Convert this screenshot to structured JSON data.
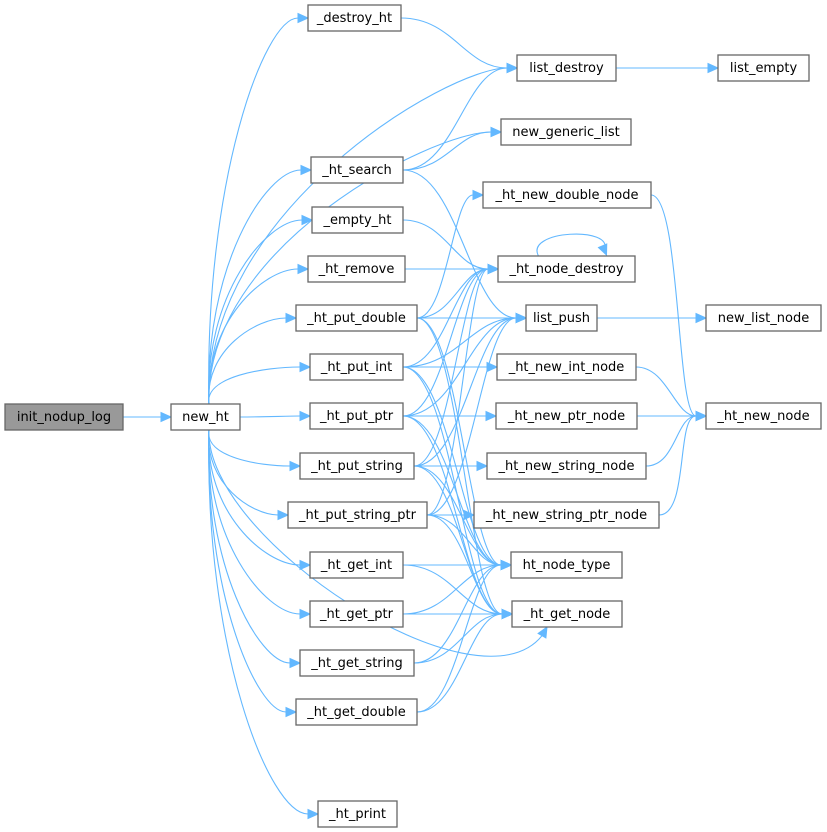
{
  "diagram": {
    "title": "call graph of init_nodup_log",
    "colors": {
      "edge": "#63b8ff",
      "root_fill": "#999999",
      "node_fill": "#ffffff",
      "node_border": "#666666"
    },
    "nodes": [
      {
        "id": "init_nodup_log",
        "label": "init_nodup_log",
        "root": true
      },
      {
        "id": "new_ht",
        "label": "new_ht"
      },
      {
        "id": "_destroy_ht",
        "label": "_destroy_ht"
      },
      {
        "id": "_ht_search",
        "label": "_ht_search"
      },
      {
        "id": "_empty_ht",
        "label": "_empty_ht"
      },
      {
        "id": "_ht_remove",
        "label": "_ht_remove"
      },
      {
        "id": "_ht_put_double",
        "label": "_ht_put_double"
      },
      {
        "id": "_ht_put_int",
        "label": "_ht_put_int"
      },
      {
        "id": "_ht_put_ptr",
        "label": "_ht_put_ptr"
      },
      {
        "id": "_ht_put_string",
        "label": "_ht_put_string"
      },
      {
        "id": "_ht_put_string_ptr",
        "label": "_ht_put_string_ptr"
      },
      {
        "id": "_ht_get_int",
        "label": "_ht_get_int"
      },
      {
        "id": "_ht_get_ptr",
        "label": "_ht_get_ptr"
      },
      {
        "id": "_ht_get_string",
        "label": "_ht_get_string"
      },
      {
        "id": "_ht_get_double",
        "label": "_ht_get_double"
      },
      {
        "id": "_ht_print",
        "label": "_ht_print"
      },
      {
        "id": "list_destroy",
        "label": "list_destroy"
      },
      {
        "id": "new_generic_list",
        "label": "new_generic_list"
      },
      {
        "id": "_ht_new_double_node",
        "label": "_ht_new_double_node"
      },
      {
        "id": "_ht_node_destroy",
        "label": "_ht_node_destroy"
      },
      {
        "id": "list_push",
        "label": "list_push"
      },
      {
        "id": "_ht_new_int_node",
        "label": "_ht_new_int_node"
      },
      {
        "id": "_ht_new_ptr_node",
        "label": "_ht_new_ptr_node"
      },
      {
        "id": "_ht_new_string_node",
        "label": "_ht_new_string_node"
      },
      {
        "id": "_ht_new_string_ptr_node",
        "label": "_ht_new_string_ptr_node"
      },
      {
        "id": "ht_node_type",
        "label": "ht_node_type"
      },
      {
        "id": "_ht_get_node",
        "label": "_ht_get_node"
      },
      {
        "id": "list_empty",
        "label": "list_empty"
      },
      {
        "id": "new_list_node",
        "label": "new_list_node"
      },
      {
        "id": "_ht_new_node",
        "label": "_ht_new_node"
      }
    ],
    "edges": [
      [
        "init_nodup_log",
        "new_ht"
      ],
      [
        "new_ht",
        "_destroy_ht"
      ],
      [
        "new_ht",
        "list_destroy"
      ],
      [
        "new_ht",
        "new_generic_list"
      ],
      [
        "new_ht",
        "_ht_search"
      ],
      [
        "new_ht",
        "_empty_ht"
      ],
      [
        "new_ht",
        "_ht_remove"
      ],
      [
        "new_ht",
        "_ht_put_double"
      ],
      [
        "new_ht",
        "_ht_put_int"
      ],
      [
        "new_ht",
        "_ht_put_ptr"
      ],
      [
        "new_ht",
        "_ht_put_string"
      ],
      [
        "new_ht",
        "_ht_put_string_ptr"
      ],
      [
        "new_ht",
        "_ht_get_int"
      ],
      [
        "new_ht",
        "_ht_get_ptr"
      ],
      [
        "new_ht",
        "_ht_get_string"
      ],
      [
        "new_ht",
        "_ht_get_double"
      ],
      [
        "new_ht",
        "_ht_get_node"
      ],
      [
        "new_ht",
        "_ht_print"
      ],
      [
        "_destroy_ht",
        "list_destroy"
      ],
      [
        "_ht_search",
        "list_destroy"
      ],
      [
        "_ht_search",
        "new_generic_list"
      ],
      [
        "_ht_search",
        "list_push"
      ],
      [
        "_empty_ht",
        "_ht_node_destroy"
      ],
      [
        "_ht_remove",
        "_ht_node_destroy"
      ],
      [
        "_ht_put_double",
        "_ht_new_double_node"
      ],
      [
        "_ht_put_double",
        "_ht_node_destroy"
      ],
      [
        "_ht_put_double",
        "list_push"
      ],
      [
        "_ht_put_double",
        "ht_node_type"
      ],
      [
        "_ht_put_double",
        "_ht_get_node"
      ],
      [
        "_ht_put_int",
        "_ht_node_destroy"
      ],
      [
        "_ht_put_int",
        "list_push"
      ],
      [
        "_ht_put_int",
        "_ht_new_int_node"
      ],
      [
        "_ht_put_int",
        "ht_node_type"
      ],
      [
        "_ht_put_int",
        "_ht_get_node"
      ],
      [
        "_ht_put_ptr",
        "_ht_node_destroy"
      ],
      [
        "_ht_put_ptr",
        "list_push"
      ],
      [
        "_ht_put_ptr",
        "_ht_new_ptr_node"
      ],
      [
        "_ht_put_ptr",
        "ht_node_type"
      ],
      [
        "_ht_put_ptr",
        "_ht_get_node"
      ],
      [
        "_ht_put_string",
        "_ht_node_destroy"
      ],
      [
        "_ht_put_string",
        "list_push"
      ],
      [
        "_ht_put_string",
        "_ht_new_string_node"
      ],
      [
        "_ht_put_string",
        "ht_node_type"
      ],
      [
        "_ht_put_string",
        "_ht_get_node"
      ],
      [
        "_ht_put_string_ptr",
        "_ht_node_destroy"
      ],
      [
        "_ht_put_string_ptr",
        "list_push"
      ],
      [
        "_ht_put_string_ptr",
        "_ht_new_string_ptr_node"
      ],
      [
        "_ht_put_string_ptr",
        "ht_node_type"
      ],
      [
        "_ht_put_string_ptr",
        "_ht_get_node"
      ],
      [
        "_ht_get_int",
        "ht_node_type"
      ],
      [
        "_ht_get_int",
        "_ht_get_node"
      ],
      [
        "_ht_get_ptr",
        "ht_node_type"
      ],
      [
        "_ht_get_ptr",
        "_ht_get_node"
      ],
      [
        "_ht_get_string",
        "ht_node_type"
      ],
      [
        "_ht_get_string",
        "_ht_get_node"
      ],
      [
        "_ht_get_double",
        "ht_node_type"
      ],
      [
        "_ht_get_double",
        "_ht_get_node"
      ],
      [
        "_ht_node_destroy",
        "_ht_node_destroy"
      ],
      [
        "list_destroy",
        "list_empty"
      ],
      [
        "list_push",
        "new_list_node"
      ],
      [
        "_ht_new_double_node",
        "_ht_new_node"
      ],
      [
        "_ht_new_int_node",
        "_ht_new_node"
      ],
      [
        "_ht_new_ptr_node",
        "_ht_new_node"
      ],
      [
        "_ht_new_string_node",
        "_ht_new_node"
      ],
      [
        "_ht_new_string_ptr_node",
        "_ht_new_node"
      ]
    ]
  }
}
